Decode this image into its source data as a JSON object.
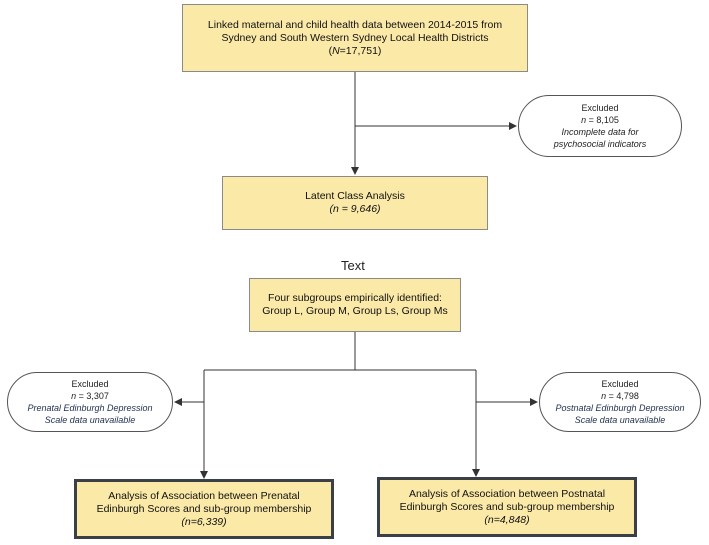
{
  "nodes": {
    "source": {
      "line1": "Linked maternal and child health data between 2014-2015 from",
      "line2": "Sydney and South Western Sydney Local Health Districts",
      "n_prefix": "(",
      "n_symbol": "N",
      "n_value": "=17,751)"
    },
    "excluded_top": {
      "title": "Excluded",
      "n_label": "n",
      "n_value": " =  8,105",
      "reason1": "Incomplete data for",
      "reason2": "psychosocial indicators"
    },
    "lca": {
      "title": "Latent Class Analysis",
      "n_value": "(n = 9,646)"
    },
    "stray_text": "Text",
    "subgroups": {
      "line1": "Four subgroups empirically identified:",
      "line2": "Group L, Group M, Group Ls, Group Ms"
    },
    "excluded_left": {
      "title": "Excluded",
      "n_label": "n",
      "n_value": " =  3,307",
      "reason1": "Prenatal Edinburgh Depression",
      "reason2": "Scale data unavailable"
    },
    "excluded_right": {
      "title": "Excluded",
      "n_label": "n",
      "n_value": " =  4,798",
      "reason1": "Postnatal Edinburgh Depression",
      "reason2": "Scale data unavailable"
    },
    "prenatal": {
      "line1": "Analysis of Association between Prenatal",
      "line2": "Edinburgh Scores and sub-group membership",
      "n_value": "(n=6,339)"
    },
    "postnatal": {
      "line1": "Analysis of Association between Postnatal",
      "line2": "Edinburgh Scores and sub-group membership",
      "n_value": "(n=4,848)"
    }
  },
  "colors": {
    "box_fill": "#fbe9a8",
    "box_border": "#8a8a8a",
    "bold_border": "#3b4046",
    "arrow": "#333333"
  }
}
